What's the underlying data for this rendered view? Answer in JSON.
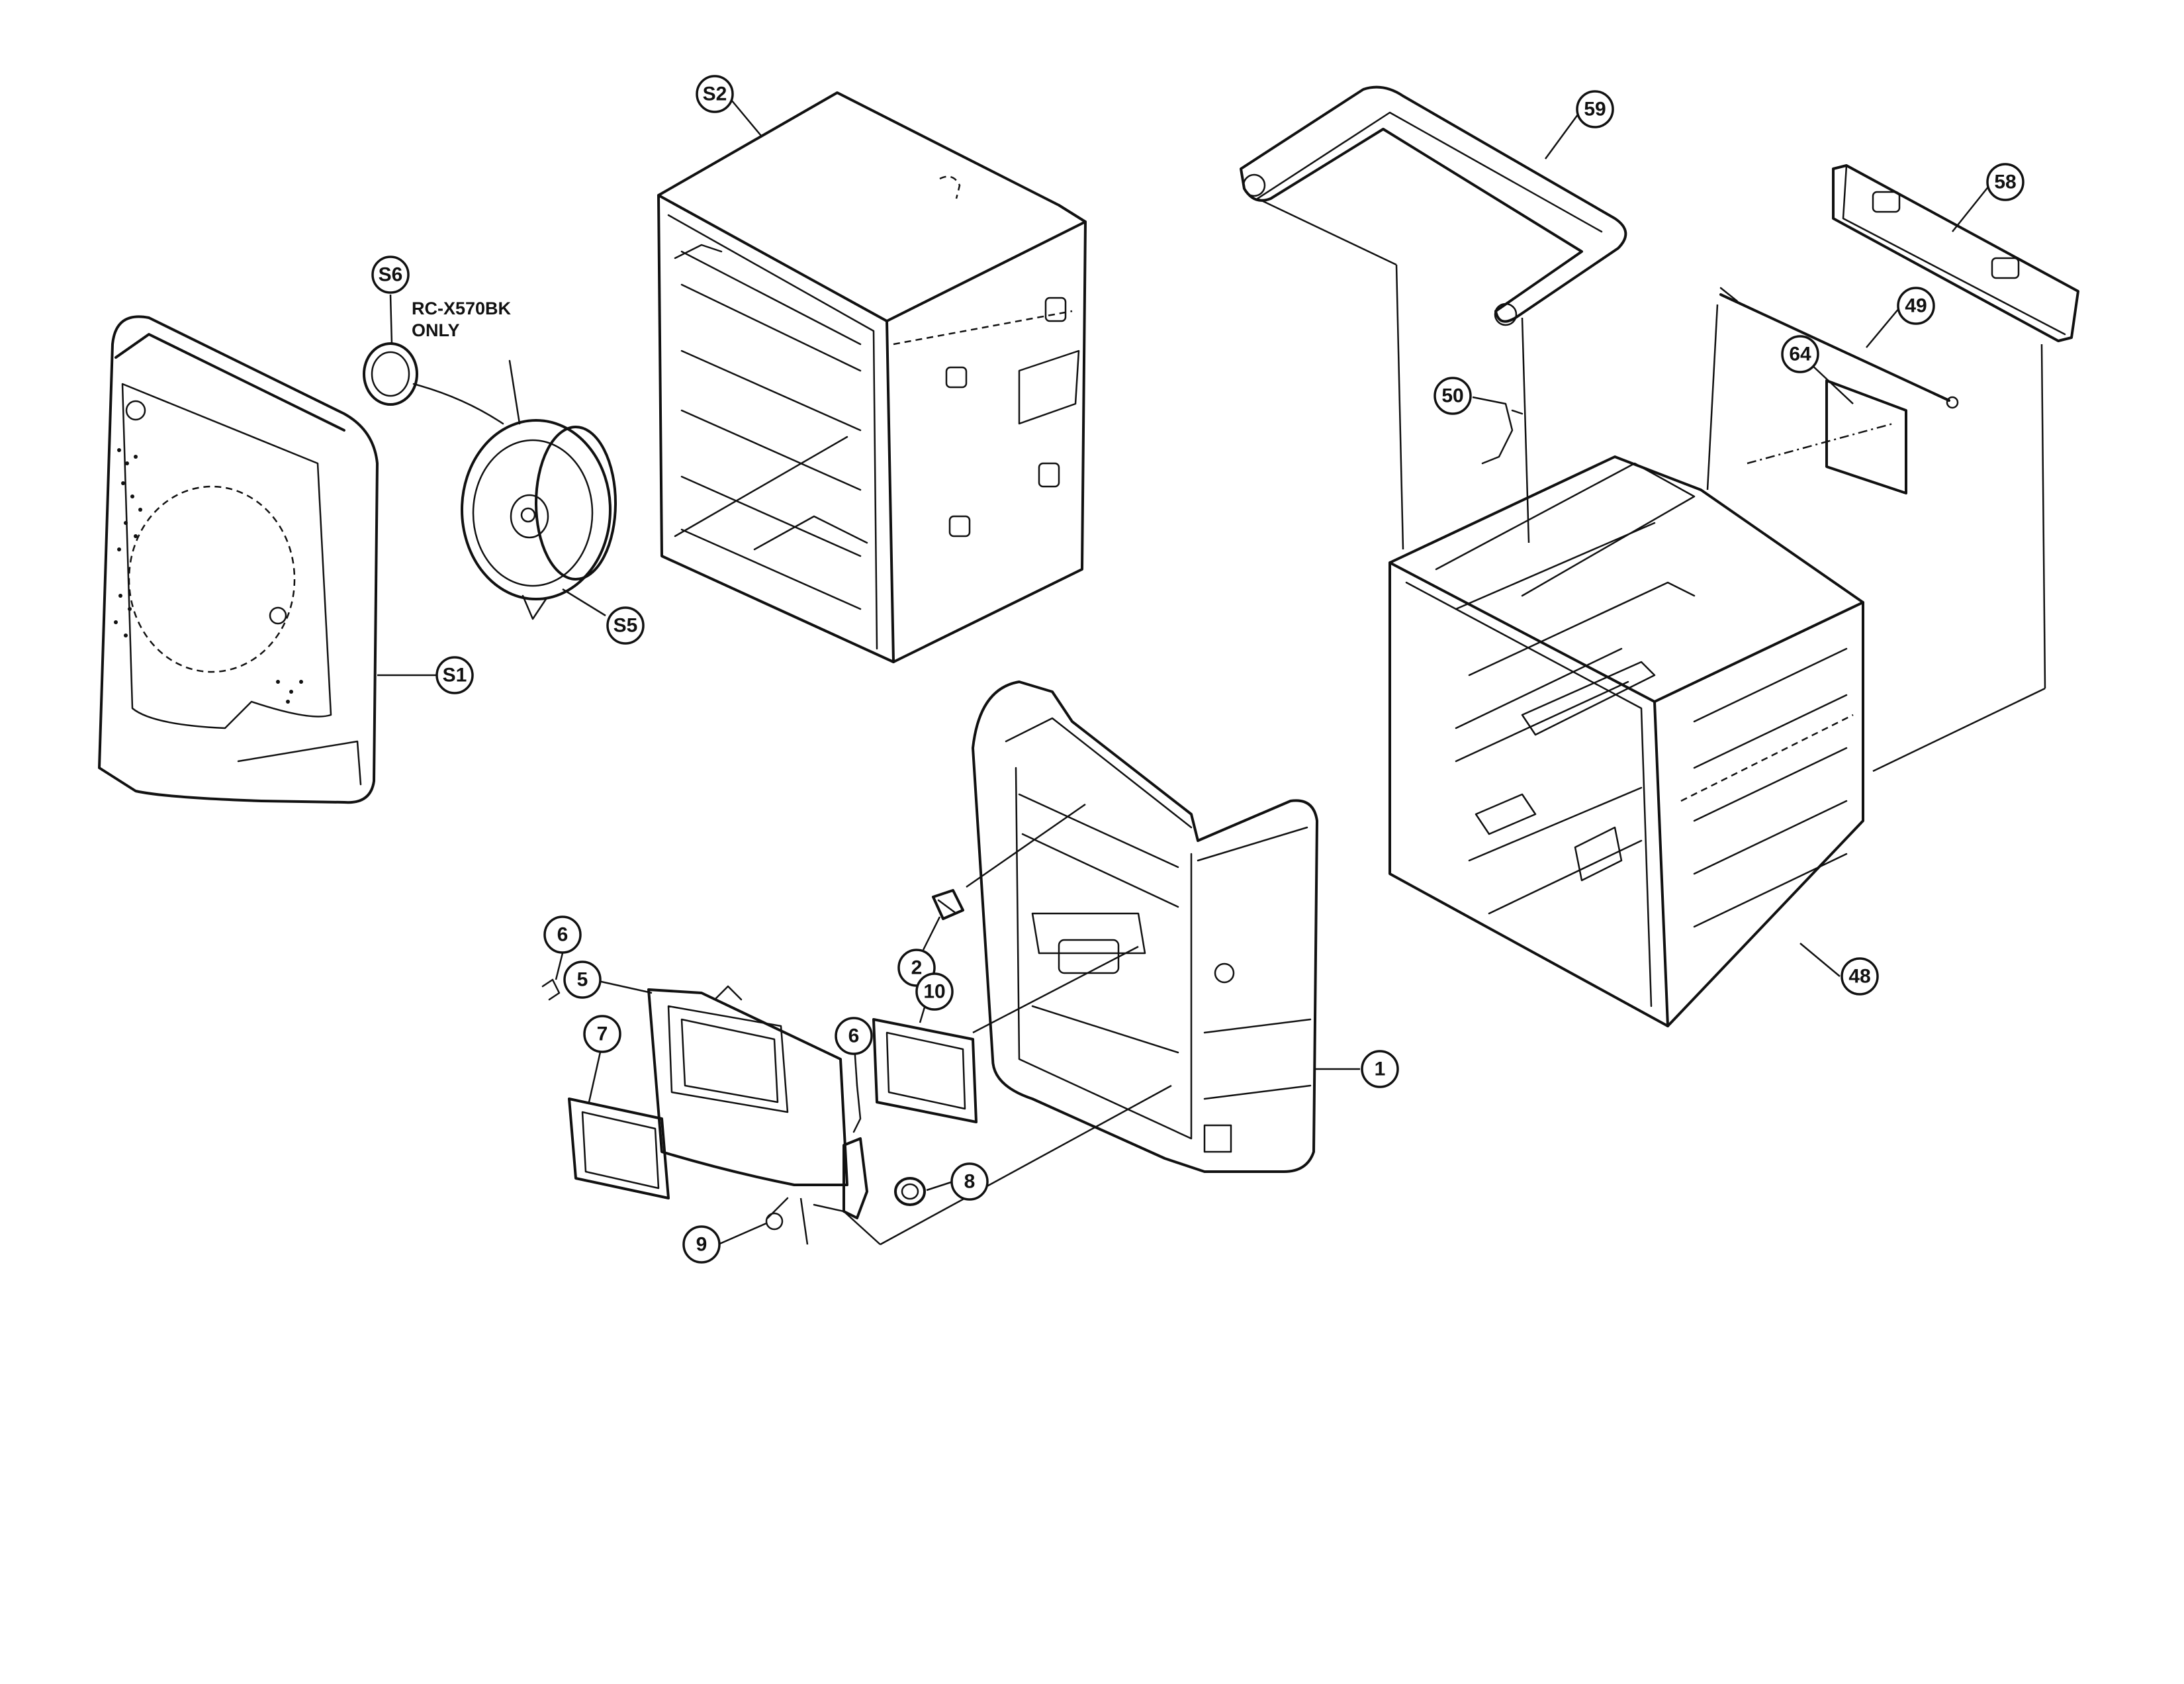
{
  "callouts": [
    {
      "id": "s2",
      "label": "S2"
    },
    {
      "id": "s6",
      "label": "S6"
    },
    {
      "id": "s5",
      "label": "S5"
    },
    {
      "id": "s1",
      "label": "S1"
    },
    {
      "id": "59",
      "label": "59"
    },
    {
      "id": "58",
      "label": "58"
    },
    {
      "id": "49",
      "label": "49"
    },
    {
      "id": "64",
      "label": "64"
    },
    {
      "id": "50",
      "label": "50"
    },
    {
      "id": "48",
      "label": "48"
    },
    {
      "id": "2",
      "label": "2"
    },
    {
      "id": "10",
      "label": "10"
    },
    {
      "id": "1",
      "label": "1"
    },
    {
      "id": "6a",
      "label": "6"
    },
    {
      "id": "5",
      "label": "5"
    },
    {
      "id": "7",
      "label": "7"
    },
    {
      "id": "6b",
      "label": "6"
    },
    {
      "id": "8",
      "label": "8"
    },
    {
      "id": "9",
      "label": "9"
    }
  ],
  "notes": {
    "model_line1": "RC-X570BK",
    "model_line2": "ONLY"
  }
}
